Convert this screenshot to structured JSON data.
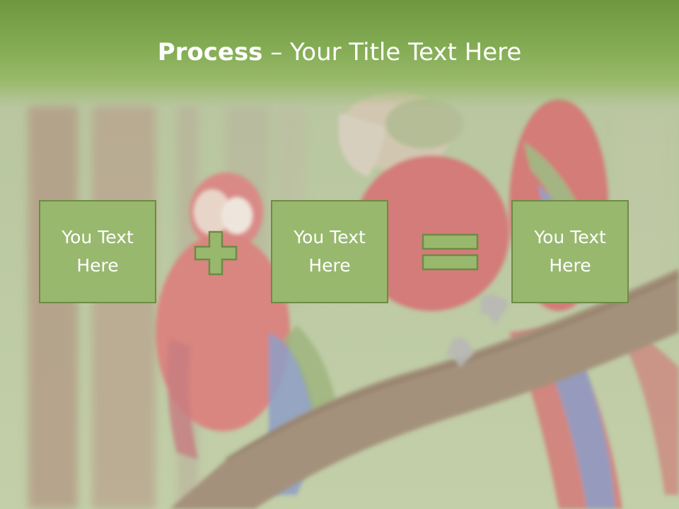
{
  "slide": {
    "title_bold": "Process",
    "title_rest": " – Your Title Text Here",
    "boxes": [
      {
        "text": "You Text Here"
      },
      {
        "text": "You Text Here"
      },
      {
        "text": "You Text Here"
      }
    ],
    "operators": [
      "plus-icon",
      "equals-icon"
    ],
    "colors": {
      "header": "#7ea64c",
      "box_fill": "#98b86e",
      "box_border": "#6f8a45",
      "operator_fill": "#98b86e",
      "text": "#ffffff"
    }
  }
}
